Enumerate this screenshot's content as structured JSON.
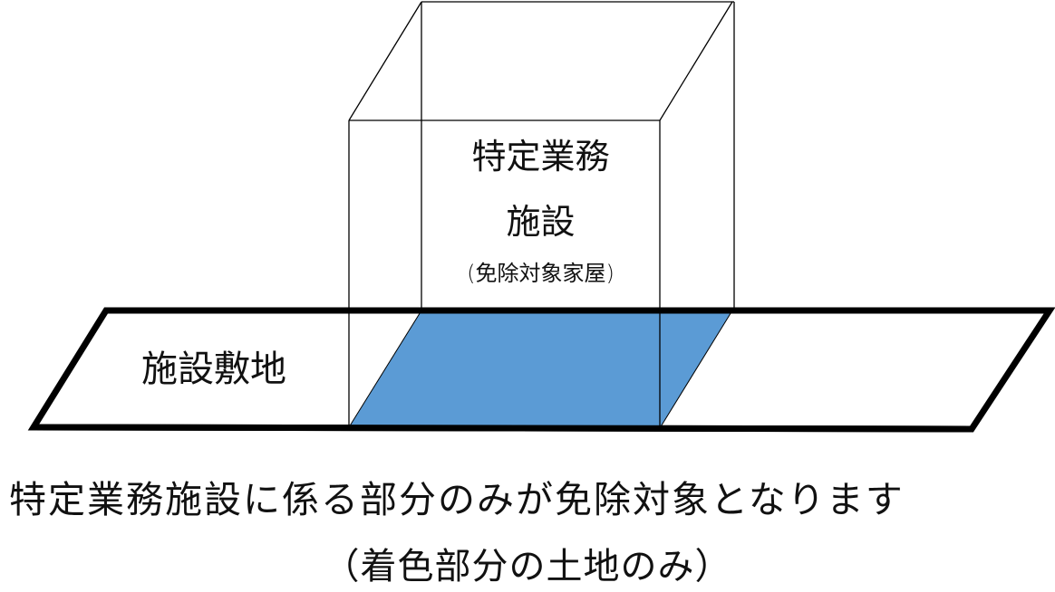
{
  "diagram": {
    "building": {
      "title_line1": "特定業務",
      "title_line2": "施設",
      "subtitle": "(免除対象家屋)"
    },
    "lot": {
      "label": "施設敷地"
    },
    "highlighted_area": {
      "color": "#5B9BD5",
      "meaning": "着色部分"
    },
    "caption": {
      "line1": "特定業務施設に係る部分のみが免除対象となります",
      "line2": "（着色部分の土地のみ）"
    },
    "colors": {
      "outline": "#000000",
      "fill_highlight": "#5B9BD5",
      "background": "#FFFFFF"
    }
  }
}
